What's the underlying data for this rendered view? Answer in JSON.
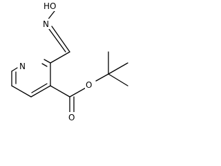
{
  "atoms": {
    "hydroxyl": "HO",
    "oxime_n": "N",
    "pyridine_n": "N",
    "ester_o": "O",
    "carbonyl_o": "O"
  }
}
